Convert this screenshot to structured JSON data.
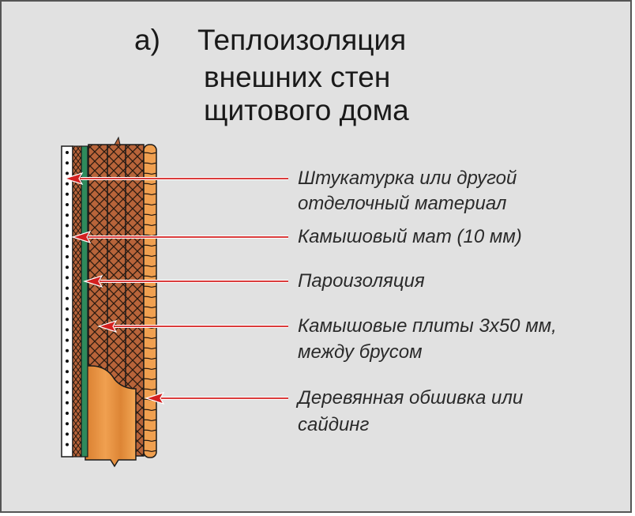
{
  "title": {
    "marker": "а)",
    "line1": "Теплоизоляция",
    "line2": "внешних стен",
    "line3": "щитового дома"
  },
  "labels": [
    {
      "lines": [
        "Штукатурка или другой",
        "отделочный материал"
      ]
    },
    {
      "lines": [
        "Камышовый  мат (10 мм)"
      ]
    },
    {
      "lines": [
        "Пароизоляция"
      ]
    },
    {
      "lines": [
        "Камышовые плиты 3х50 мм,",
        "между брусом"
      ]
    },
    {
      "lines": [
        "Деревянная обшивка или",
        "сайдинг"
      ]
    }
  ],
  "colors": {
    "background": "#e1e1e1",
    "arrow": "#d42020",
    "reed": "#b8643a",
    "vapor_barrier": "#2e8a5c",
    "wood": "#e8923e",
    "log": "#f0a050"
  }
}
